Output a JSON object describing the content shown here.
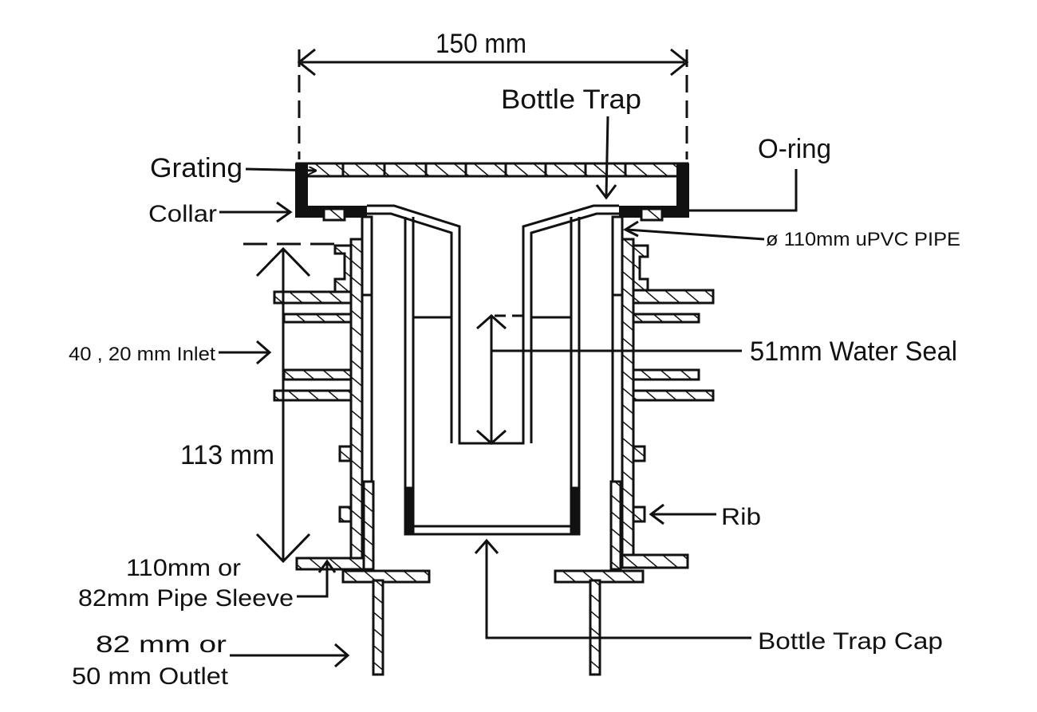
{
  "colors": {
    "ink": "#111111",
    "background": "#ffffff"
  },
  "labels": {
    "overall_width": "150 mm",
    "bottle_trap": "Bottle Trap",
    "grating": "Grating",
    "o_ring": "O-ring",
    "collar": "Collar",
    "upvc_pipe": "ø 110mm uPVC PIPE",
    "inlet": "40 , 20 mm Inlet",
    "water_seal": "51mm Water Seal",
    "height": "113 mm",
    "rib": "Rib",
    "pipe_sleeve_line1": "110mm or",
    "pipe_sleeve_line2": "82mm Pipe Sleeve",
    "outlet_line1": "82 mm or",
    "outlet_line2": "50 mm Outlet",
    "bottle_trap_cap": "Bottle Trap Cap"
  }
}
